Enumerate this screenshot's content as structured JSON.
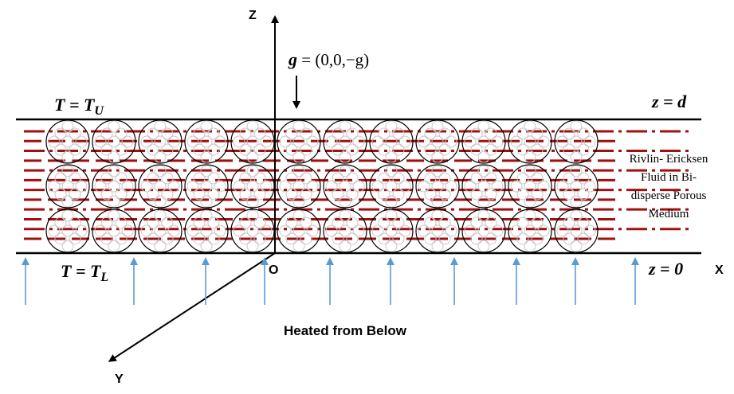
{
  "axes": {
    "z_label": "Z",
    "x_label": "X",
    "y_label": "Y",
    "origin_label": "O"
  },
  "gravity": {
    "symbol": "g",
    "value": " = (0,0,−g)"
  },
  "boundaries": {
    "upper_temperature": {
      "lhs": "T = T",
      "sub": "U"
    },
    "lower_temperature": {
      "lhs": "T = T",
      "sub": "L"
    },
    "upper_position": "z = d",
    "lower_position": "z = 0"
  },
  "medium_label": {
    "lines": [
      "Rivlin- Ericksen",
      "Fluid in Bi-",
      "disperse Porous",
      "Medium"
    ]
  },
  "heating_label": "Heated from Below",
  "colors": {
    "dash_lines": "#a01010",
    "heat_arrows": "#5b9bd5",
    "mesh": "#c8c8c8",
    "outline": "#000000"
  },
  "layout_counts": {
    "circles_per_row": 12,
    "circle_rows": 3,
    "dash_lines": 12,
    "heat_arrows": 10
  }
}
